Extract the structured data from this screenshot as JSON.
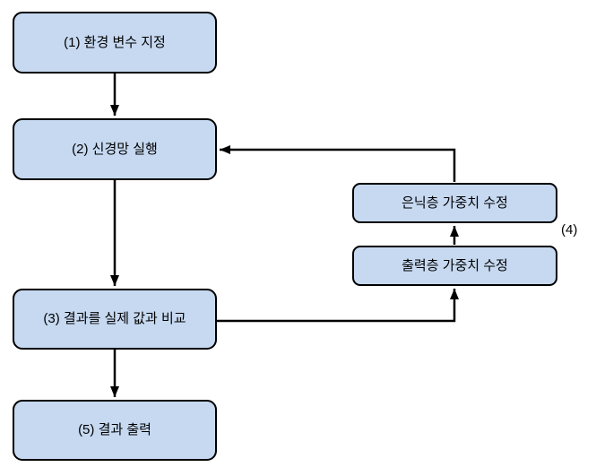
{
  "diagram": {
    "type": "flowchart",
    "language": "ko",
    "colors": {
      "node_fill": "#c6d9f1",
      "node_border": "#000000",
      "connector": "#000000",
      "background": "#ffffff",
      "text": "#000000"
    },
    "nodes": {
      "env": {
        "label": "(1) 환경 변수 지정"
      },
      "run": {
        "label": "(2) 신경망 실행"
      },
      "compare": {
        "label": "(3) 결과를 실제 값과 비교"
      },
      "result": {
        "label": "(5) 결과 출력"
      },
      "hidden_weights": {
        "label": "은닉층 가중치 수정"
      },
      "output_weights": {
        "label": "출력층 가중치 수정"
      }
    },
    "annotations": {
      "step4": "(4)"
    },
    "edges": [
      {
        "from": "env",
        "to": "run"
      },
      {
        "from": "run",
        "to": "compare"
      },
      {
        "from": "compare",
        "to": "result"
      },
      {
        "from": "compare",
        "to": "output_weights"
      },
      {
        "from": "output_weights",
        "to": "hidden_weights"
      },
      {
        "from": "hidden_weights",
        "to": "run"
      }
    ]
  }
}
